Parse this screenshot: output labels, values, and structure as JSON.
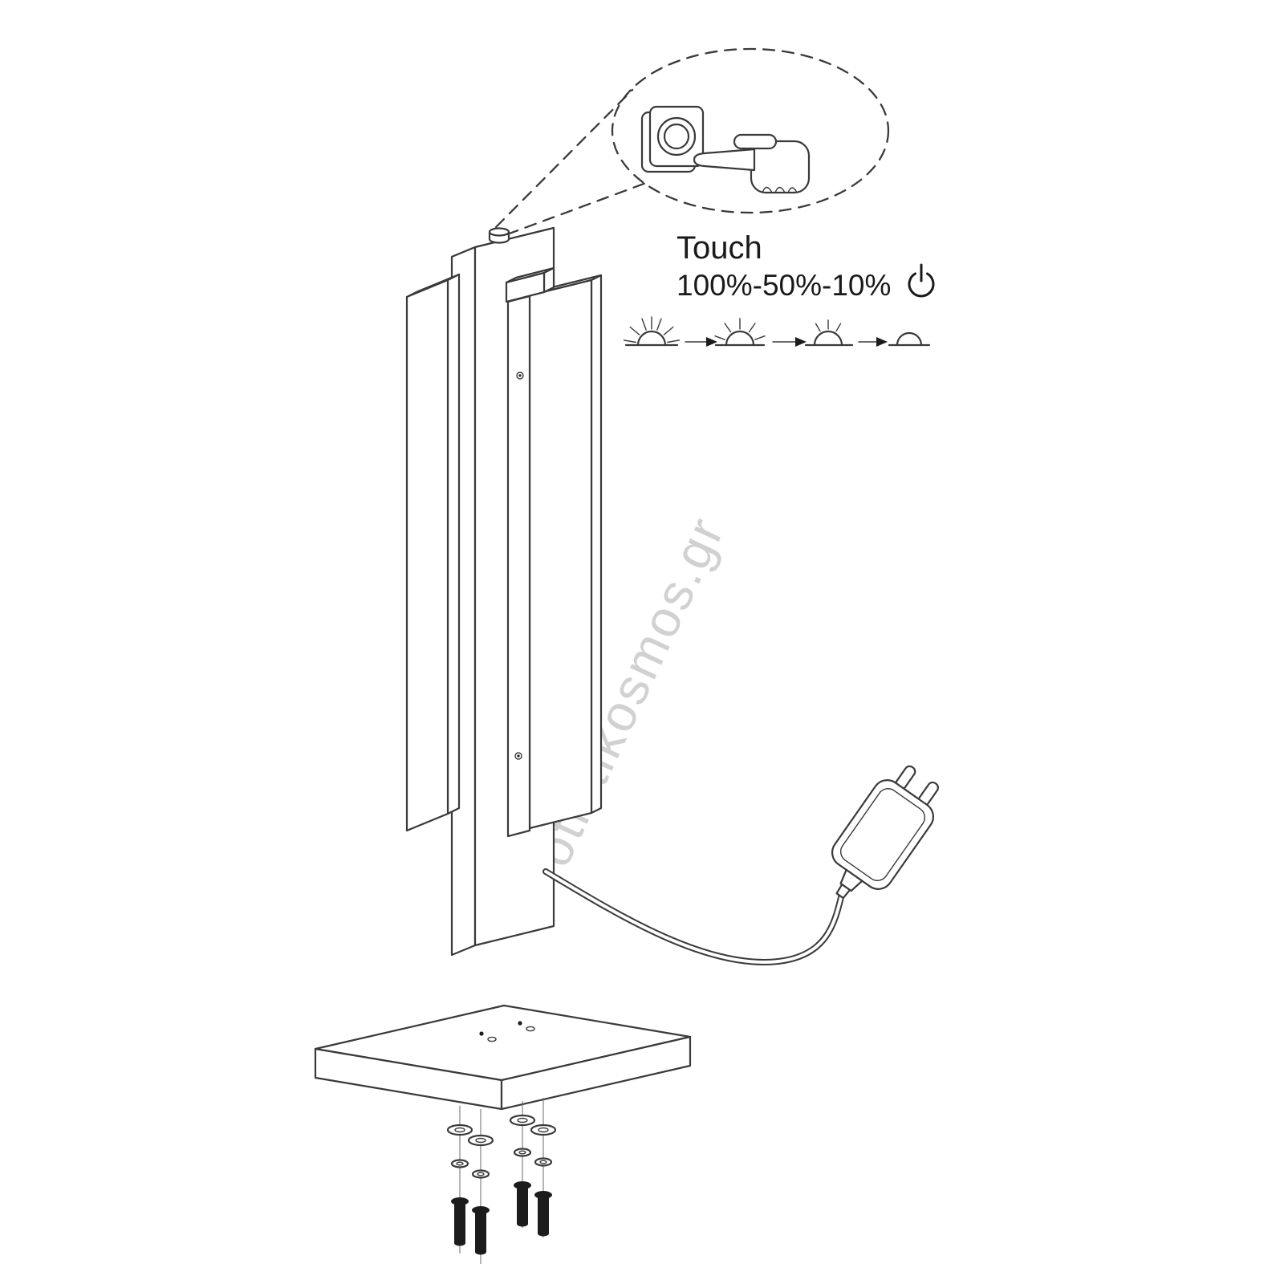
{
  "colors": {
    "line": "#3a3a3a",
    "dark_fill": "#1c1c1c",
    "watermark": "#c9c9c9",
    "background": "#ffffff"
  },
  "callout": {
    "label": "Touch",
    "levels": "100%-50%-10%"
  },
  "icons": {
    "power": "power-icon",
    "touch_switch": "touch-switch-icon",
    "pointing_hand": "pointing-hand-icon",
    "arrow": "arrow-right-icon",
    "brightness": [
      "sun-100-icon",
      "sun-50-icon",
      "sun-10-icon",
      "sun-off-icon"
    ]
  },
  "dimming": {
    "sequence": [
      "100%",
      "50%",
      "10%",
      "off"
    ]
  },
  "watermark": {
    "text": "fotistikosmos.gr"
  }
}
